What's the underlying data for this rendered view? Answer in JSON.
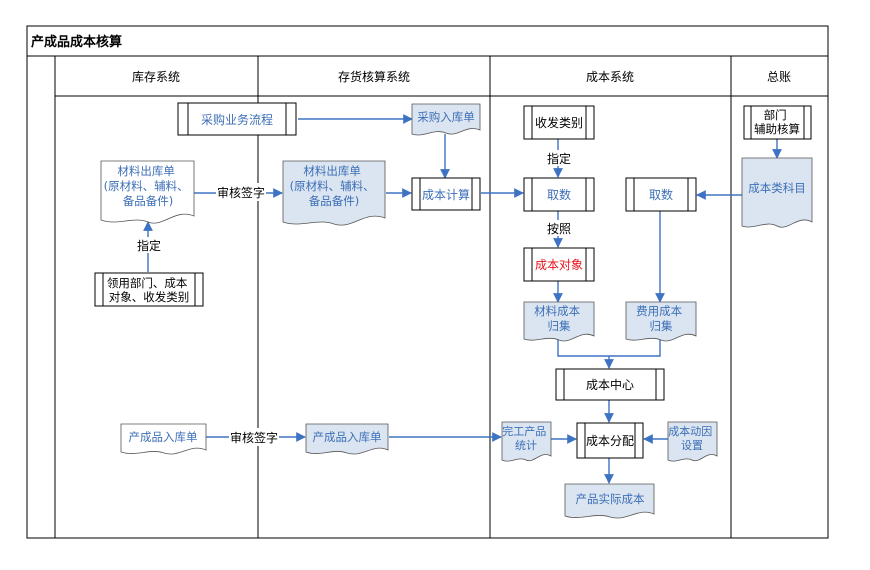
{
  "title": "产成品成本核算",
  "lanes": {
    "inventory": "库存系统",
    "inventory_accounting": "存货核算系统",
    "cost": "成本系统",
    "ledger": "总账"
  },
  "nodes": {
    "purchase_flow": "采购业务流程",
    "purchase_receipt": "采购入库单",
    "material_issue_inv": [
      "材料出库单",
      "(原材料、辅料、",
      "备品备件)"
    ],
    "material_issue_acc": [
      "材料出库单",
      "(原材料、辅料、",
      "备品备件)"
    ],
    "cost_calc": "成本计算",
    "dept_object_type": [
      "领用部门、成本",
      "对象、收发类别"
    ],
    "finished_receipt_inv": "产成品入库单",
    "finished_receipt_acc": "产成品入库单",
    "receive_type": "收发类别",
    "fetch_left": "取数",
    "fetch_right": "取数",
    "cost_object": "成本对象",
    "material_cost_collect": [
      "材料成本",
      "归集"
    ],
    "expense_cost_collect": [
      "费用成本",
      "归集"
    ],
    "cost_center": "成本中心",
    "completed_stats": [
      "完工产品",
      "统计"
    ],
    "cost_allocation": "成本分配",
    "cost_driver_setup": [
      "成本动因",
      "设置"
    ],
    "actual_cost": "产品实际成本",
    "dept_aux": [
      "部门",
      "辅助核算"
    ],
    "cost_subject": "成本类科目"
  },
  "edge_labels": {
    "specify_left": "指定",
    "review_sign_top": "审核签字",
    "review_sign_bottom": "审核签字",
    "specify_cost": "指定",
    "according_to": "按照"
  },
  "colors": {
    "blue_text": "#3d6fb6",
    "fill": "#dbe5f1",
    "arrow": "#3e73c4",
    "red": "#e8141c",
    "border": "#000000"
  }
}
